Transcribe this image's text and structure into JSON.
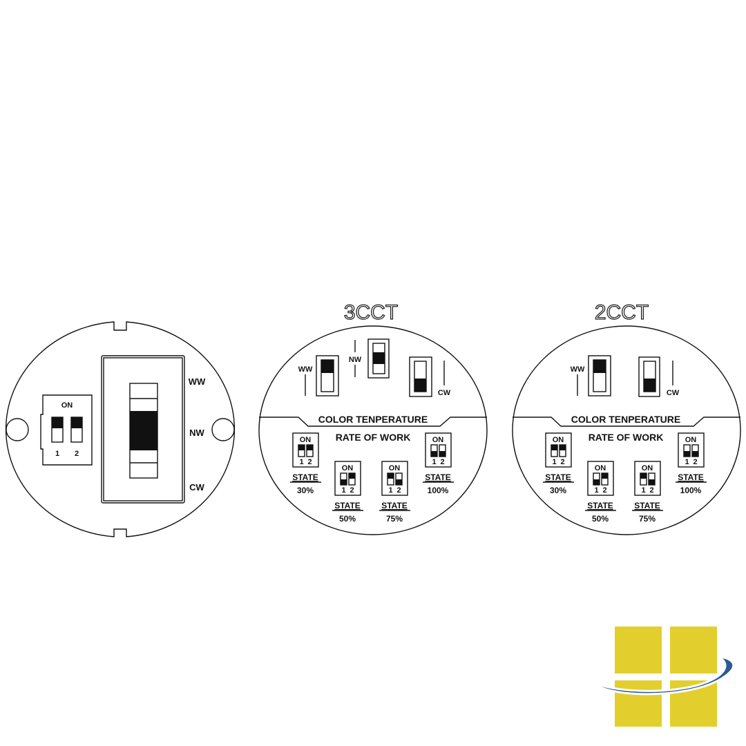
{
  "left_panel": {
    "dip_on_label": "ON",
    "dip_numbers": [
      "1",
      "2"
    ],
    "selector_labels": [
      "WW",
      "NW",
      "CW"
    ]
  },
  "panels": [
    {
      "title": "3CCT",
      "top_labels": {
        "ww": "WW",
        "nw": "NW",
        "cw": "CW"
      },
      "divider_label": "COLOR TENPERATURE",
      "rate_label": "RATE OF WORK",
      "states": [
        {
          "label": "STATE",
          "value": "30%",
          "switch1": "top",
          "switch2": "top"
        },
        {
          "label": "STATE",
          "value": "50%",
          "switch1": "bottom",
          "switch2": "top"
        },
        {
          "label": "STATE",
          "value": "75%",
          "switch1": "top",
          "switch2": "bottom"
        },
        {
          "label": "STATE",
          "value": "100%",
          "switch1": "bottom",
          "switch2": "bottom"
        }
      ]
    },
    {
      "title": "2CCT",
      "top_labels": {
        "ww": "WW",
        "cw": "CW"
      },
      "divider_label": "COLOR TENPERATURE",
      "rate_label": "RATE OF WORK",
      "states": [
        {
          "label": "STATE",
          "value": "30%",
          "switch1": "top",
          "switch2": "top"
        },
        {
          "label": "STATE",
          "value": "50%",
          "switch1": "bottom",
          "switch2": "top"
        },
        {
          "label": "STATE",
          "value": "75%",
          "switch1": "top",
          "switch2": "bottom"
        },
        {
          "label": "STATE",
          "value": "100%",
          "switch1": "bottom",
          "switch2": "bottom"
        }
      ]
    }
  ],
  "dip": {
    "on_label": "ON",
    "numbers": [
      "1",
      "2"
    ]
  },
  "colors": {
    "logo_yellow": "#e2cf2e",
    "logo_blue": "#2a5a94",
    "line": "#111111"
  }
}
